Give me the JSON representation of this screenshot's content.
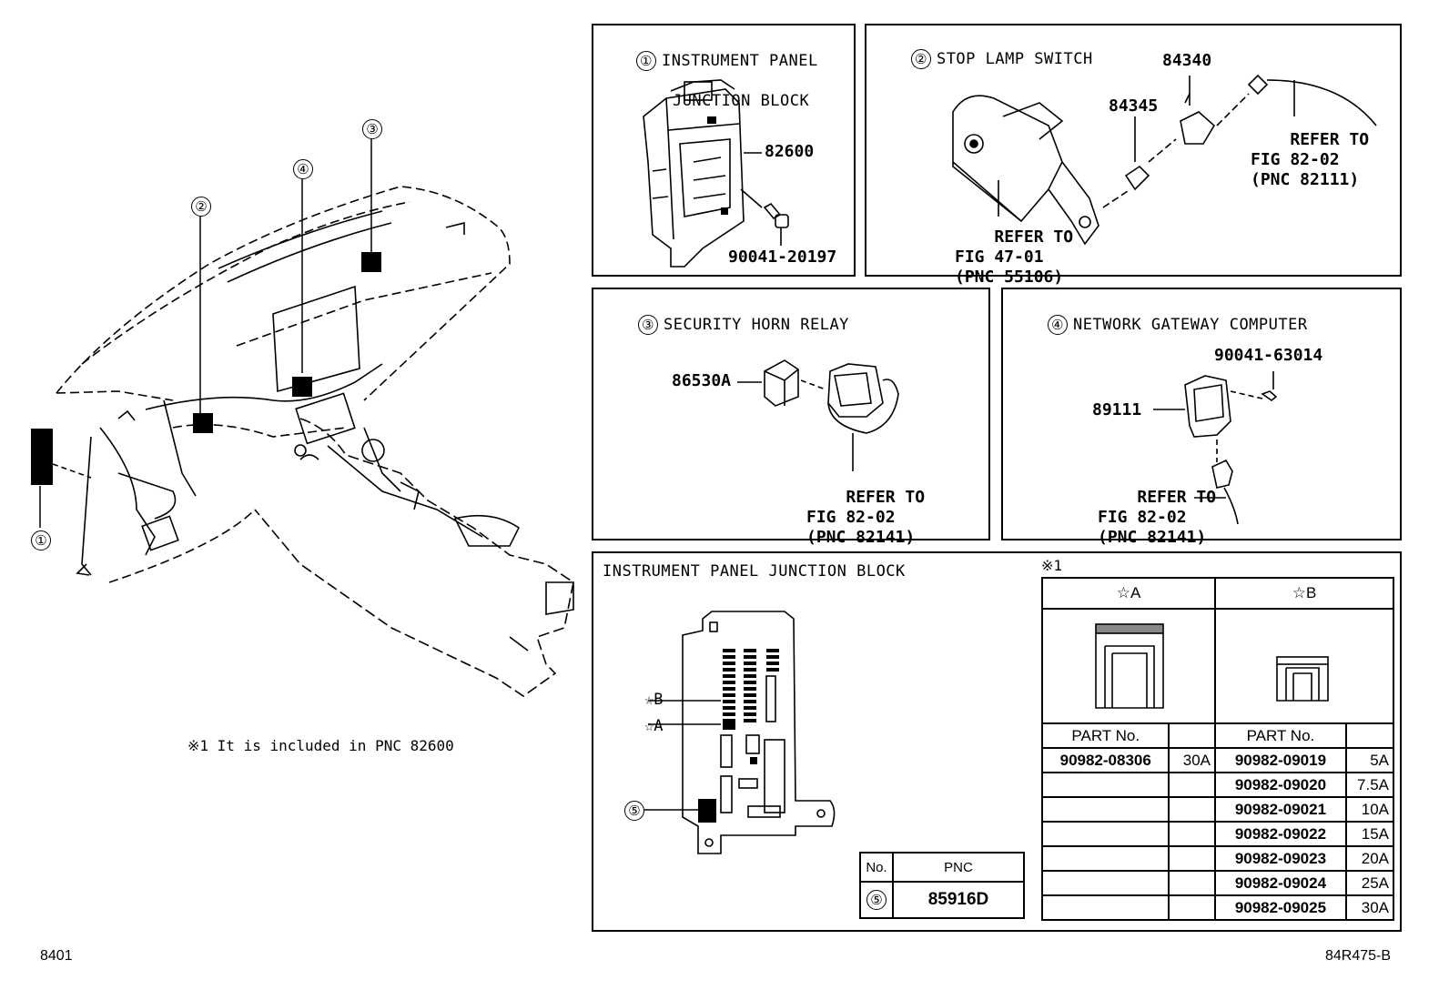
{
  "overview": {
    "callouts": [
      "①",
      "②",
      "③",
      "④"
    ],
    "note": "※1 It is included in PNC 82600"
  },
  "panel1": {
    "num": "①",
    "title_line1": "INSTRUMENT PANEL",
    "title_line2": "JUNCTION BLOCK",
    "part_main": "82600",
    "part_bolt": "90041-20197"
  },
  "panel2": {
    "num": "②",
    "title": "STOP LAMP SWITCH",
    "part_switch": "84340",
    "part_clip": "84345",
    "ref1_line1": "REFER TO",
    "ref1_line2": "FIG 82-02",
    "ref1_line3": "(PNC 82111)",
    "ref2_line1": "REFER TO",
    "ref2_line2": "FIG 47-01",
    "ref2_line3": "(PNC 55106)"
  },
  "panel3": {
    "num": "③",
    "title": "SECURITY HORN RELAY",
    "part_relay": "86530A",
    "ref_line1": "REFER TO",
    "ref_line2": "FIG 82-02",
    "ref_line3": "(PNC 82141)"
  },
  "panel4": {
    "num": "④",
    "title": "NETWORK GATEWAY COMPUTER",
    "part_bolt": "90041-63014",
    "part_computer": "89111",
    "ref_line1": "REFER TO",
    "ref_line2": "FIG 82-02",
    "ref_line3": "(PNC 82141)"
  },
  "panel5": {
    "title": "INSTRUMENT PANEL JUNCTION BLOCK",
    "label_b": "☆B",
    "label_a": "☆A",
    "label_5": "⑤",
    "pnc_header_no": "No.",
    "pnc_header_pnc": "PNC",
    "pnc_no": "⑤",
    "pnc_value": "85916D",
    "fuse_note": "※1",
    "col_a": "☆A",
    "col_b": "☆B",
    "part_no_header": "PART No.",
    "fuse_a": [
      {
        "part": "90982-08306",
        "amp": "30A"
      }
    ],
    "fuse_b": [
      {
        "part": "90982-09019",
        "amp": "5A"
      },
      {
        "part": "90982-09020",
        "amp": "7.5A"
      },
      {
        "part": "90982-09021",
        "amp": "10A"
      },
      {
        "part": "90982-09022",
        "amp": "15A"
      },
      {
        "part": "90982-09023",
        "amp": "20A"
      },
      {
        "part": "90982-09024",
        "amp": "25A"
      },
      {
        "part": "90982-09025",
        "amp": "30A"
      }
    ]
  },
  "footer": {
    "left": "8401",
    "right": "84R475-B"
  }
}
